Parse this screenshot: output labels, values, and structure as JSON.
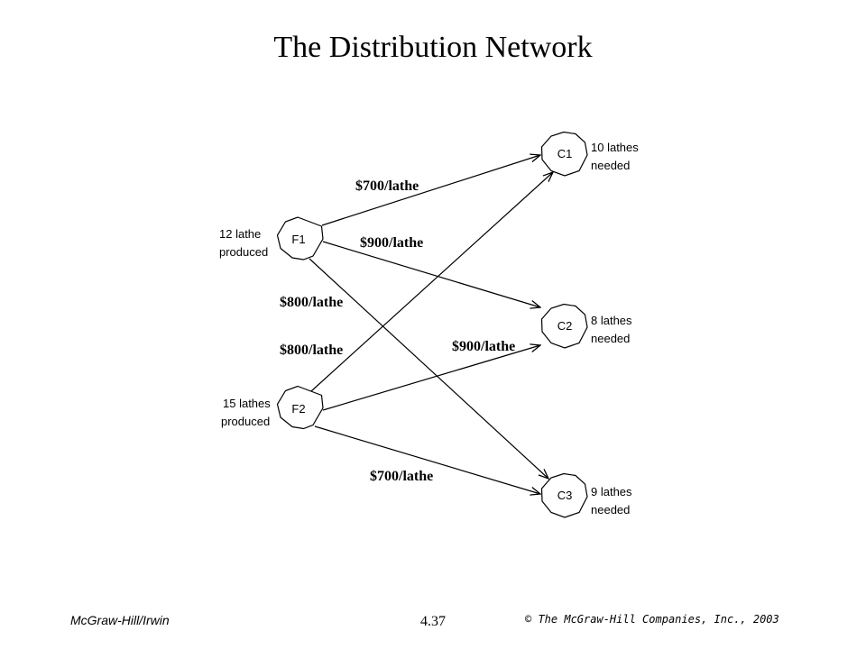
{
  "title": "The Distribution Network",
  "nodes": {
    "F1": {
      "label": "F1",
      "note_line1": "12 lathe",
      "note_line2": "produced"
    },
    "F2": {
      "label": "F2",
      "note_line1": "15 lathes",
      "note_line2": "produced"
    },
    "C1": {
      "label": "C1",
      "note_line1": "10 lathes",
      "note_line2": "needed"
    },
    "C2": {
      "label": "C2",
      "note_line1": "8 lathes",
      "note_line2": "needed"
    },
    "C3": {
      "label": "C3",
      "note_line1": "9 lathes",
      "note_line2": "needed"
    }
  },
  "routes": {
    "F1_C1": "$700/lathe",
    "F1_C2": "$900/lathe",
    "F1_C3": "$800/lathe",
    "F2_C1": "$800/lathe",
    "F2_C2": "$900/lathe",
    "F2_C3": "$700/lathe"
  },
  "footer": {
    "publisher": "McGraw-Hill/Irwin",
    "page_number": "4.37",
    "copyright": "© The McGraw-Hill Companies, Inc., 2003"
  }
}
